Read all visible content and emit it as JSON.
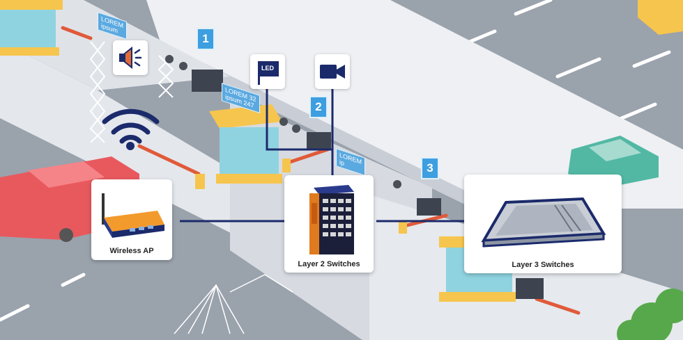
{
  "devices": {
    "wireless_ap": {
      "label": "Wireless AP"
    },
    "layer2": {
      "label": "Layer 2 Switches"
    },
    "layer3": {
      "label": "Layer 3 Switches"
    },
    "led": {
      "label": "LED"
    }
  },
  "lanes": [
    "1",
    "2",
    "3"
  ],
  "signs": [
    {
      "line1": "LOREM",
      "line2": "ipsum"
    },
    {
      "line1": "LOREM",
      "line2": "ipsum",
      "extra": "32",
      "extra2": "247"
    },
    {
      "line1": "LOREM",
      "line2": "ip"
    }
  ],
  "colors": {
    "road": "#9aa2ac",
    "plaza": "#eef0f3",
    "link": "#1b2a6b",
    "booth_yellow": "#f6c54d",
    "booth_glass": "#8fd3e0"
  }
}
